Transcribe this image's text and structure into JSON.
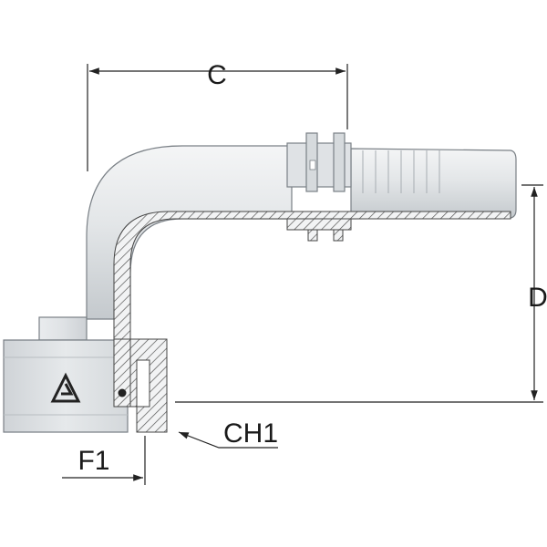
{
  "diagram": {
    "labels": {
      "c": "C",
      "d": "D",
      "ch1": "CH1",
      "f1": "F1"
    },
    "colors": {
      "metal_light": "#e6e8ea",
      "metal_mid": "#c9cdd1",
      "metal_dark": "#9ea4aa",
      "outline": "#6f757b",
      "dimension_line": "#222222",
      "hatch": "#555555"
    },
    "icons": [
      "brand-logo-icon"
    ]
  }
}
